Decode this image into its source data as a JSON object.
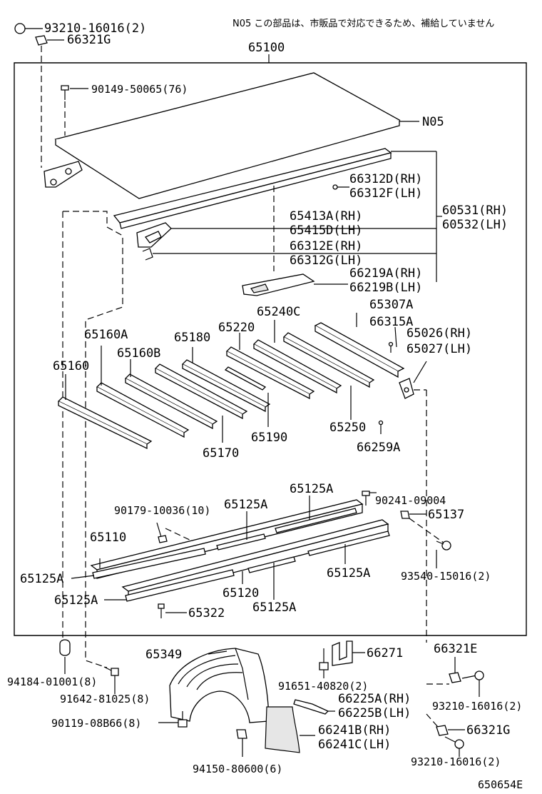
{
  "note": "N05  この部品は、市販品で対応できるため、補給していません",
  "assembly": "65100",
  "footer_code": "650654E",
  "labels": {
    "p93210_top": "93210-16016(2)",
    "p66321G_top": "66321G",
    "p90149": "90149-50065(76)",
    "pN05": "N05",
    "p66312D": "66312D(RH)",
    "p66312F": "66312F(LH)",
    "p60531": "60531(RH)",
    "p60532": "60532(LH)",
    "p65413A": "65413A(RH)",
    "p65415D": "65415D(LH)",
    "p66312E": "66312E(RH)",
    "p66312G": "66312G(LH)",
    "p66219A": "66219A(RH)",
    "p66219B": "66219B(LH)",
    "p65307A": "65307A",
    "p65240C": "65240C",
    "p66315A": "66315A",
    "p65026": "65026(RH)",
    "p65027": "65027(LH)",
    "p65160A": "65160A",
    "p65180": "65180",
    "p65220": "65220",
    "p65160B": "65160B",
    "p65160": "65160",
    "p65250": "65250",
    "p66259A": "66259A",
    "p65190": "65190",
    "p65170": "65170",
    "p65125A_1": "65125A",
    "p90241": "90241-09004",
    "p90179": "90179-10036(10)",
    "p65125A_2": "65125A",
    "p65137": "65137",
    "p65110": "65110",
    "p65125A_3": "65125A",
    "p93540": "93540-15016(2)",
    "p65125A_4": "65125A",
    "p65120": "65120",
    "p65125A_5": "65125A",
    "p65125A_6": "65125A",
    "p65322": "65322",
    "p65349": "65349",
    "p66271": "66271",
    "p66321E": "66321E",
    "p94184": "94184-01001(8)",
    "p91642": "91642-81025(8)",
    "p91651": "91651-40820(2)",
    "p66225A": "66225A(RH)",
    "p66225B": "66225B(LH)",
    "p93210_r1": "93210-16016(2)",
    "p90119": "90119-08B66(8)",
    "p66241B": "66241B(RH)",
    "p66241C": "66241C(LH)",
    "p66321G_r": "66321G",
    "p94150": "94150-80600(6)",
    "p93210_r2": "93210-16016(2)"
  }
}
